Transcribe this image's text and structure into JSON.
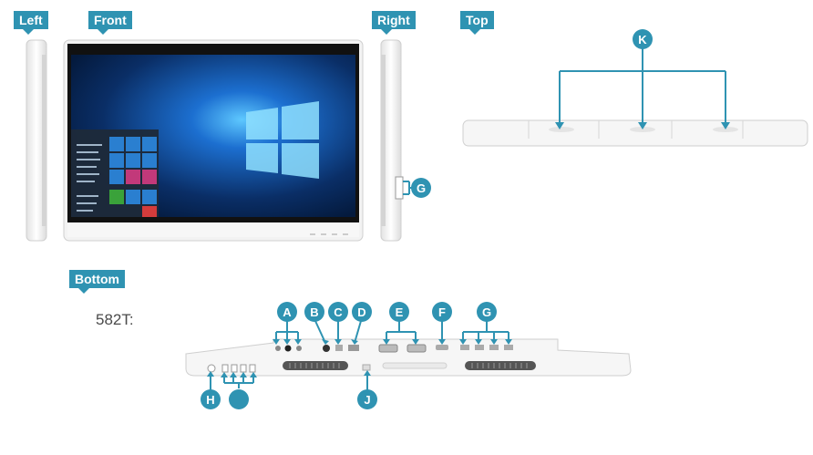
{
  "view_labels": {
    "left": "Left",
    "front": "Front",
    "right": "Right",
    "top": "Top",
    "bottom": "Bottom"
  },
  "model_label": "582T:",
  "callouts": {
    "a": "A",
    "b": "B",
    "c": "C",
    "d": "D",
    "e": "E",
    "f": "F",
    "g_bottom": "G",
    "g_right": "G",
    "h": "H",
    "i": "",
    "j": "J",
    "k": "K"
  },
  "colors": {
    "accent": "#2f93b2",
    "device_body": "#f4f4f4",
    "device_outline": "#d8d8d8",
    "screen_bg": "#0b3a7a"
  }
}
